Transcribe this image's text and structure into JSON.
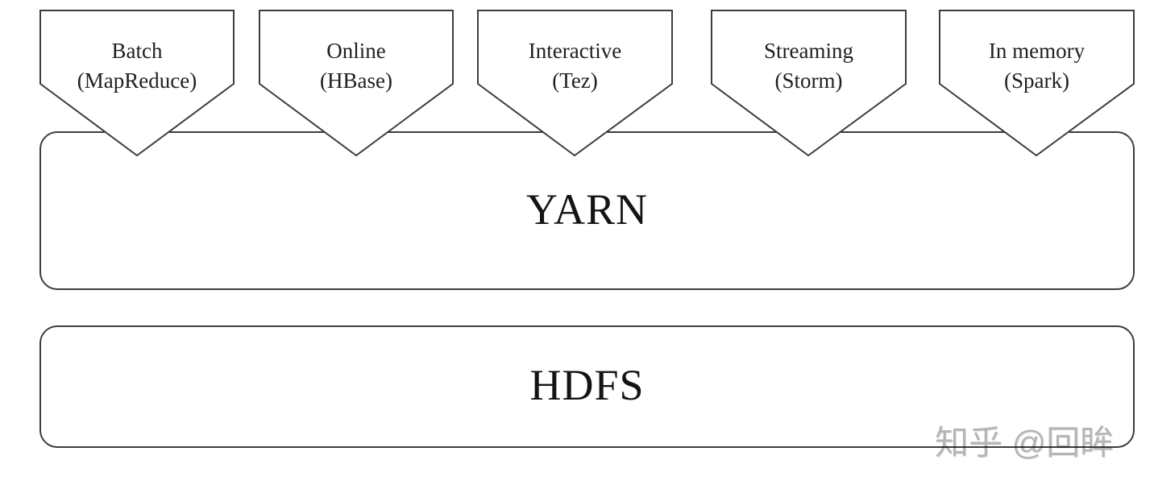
{
  "diagram": {
    "components": [
      {
        "line1": "Batch",
        "line2": "(MapReduce)"
      },
      {
        "line1": "Online",
        "line2": "(HBase)"
      },
      {
        "line1": "Interactive",
        "line2": "(Tez)"
      },
      {
        "line1": "Streaming",
        "line2": "(Storm)"
      },
      {
        "line1": "In memory",
        "line2": "(Spark)"
      }
    ],
    "layers": {
      "resource_layer": "YARN",
      "storage_layer": "HDFS"
    },
    "watermark": "知乎 @回眸",
    "colors": {
      "line": "#3d3d3d",
      "text": "#1a1a1a",
      "watermark": "#b5b5b5",
      "background": "#ffffff"
    }
  }
}
